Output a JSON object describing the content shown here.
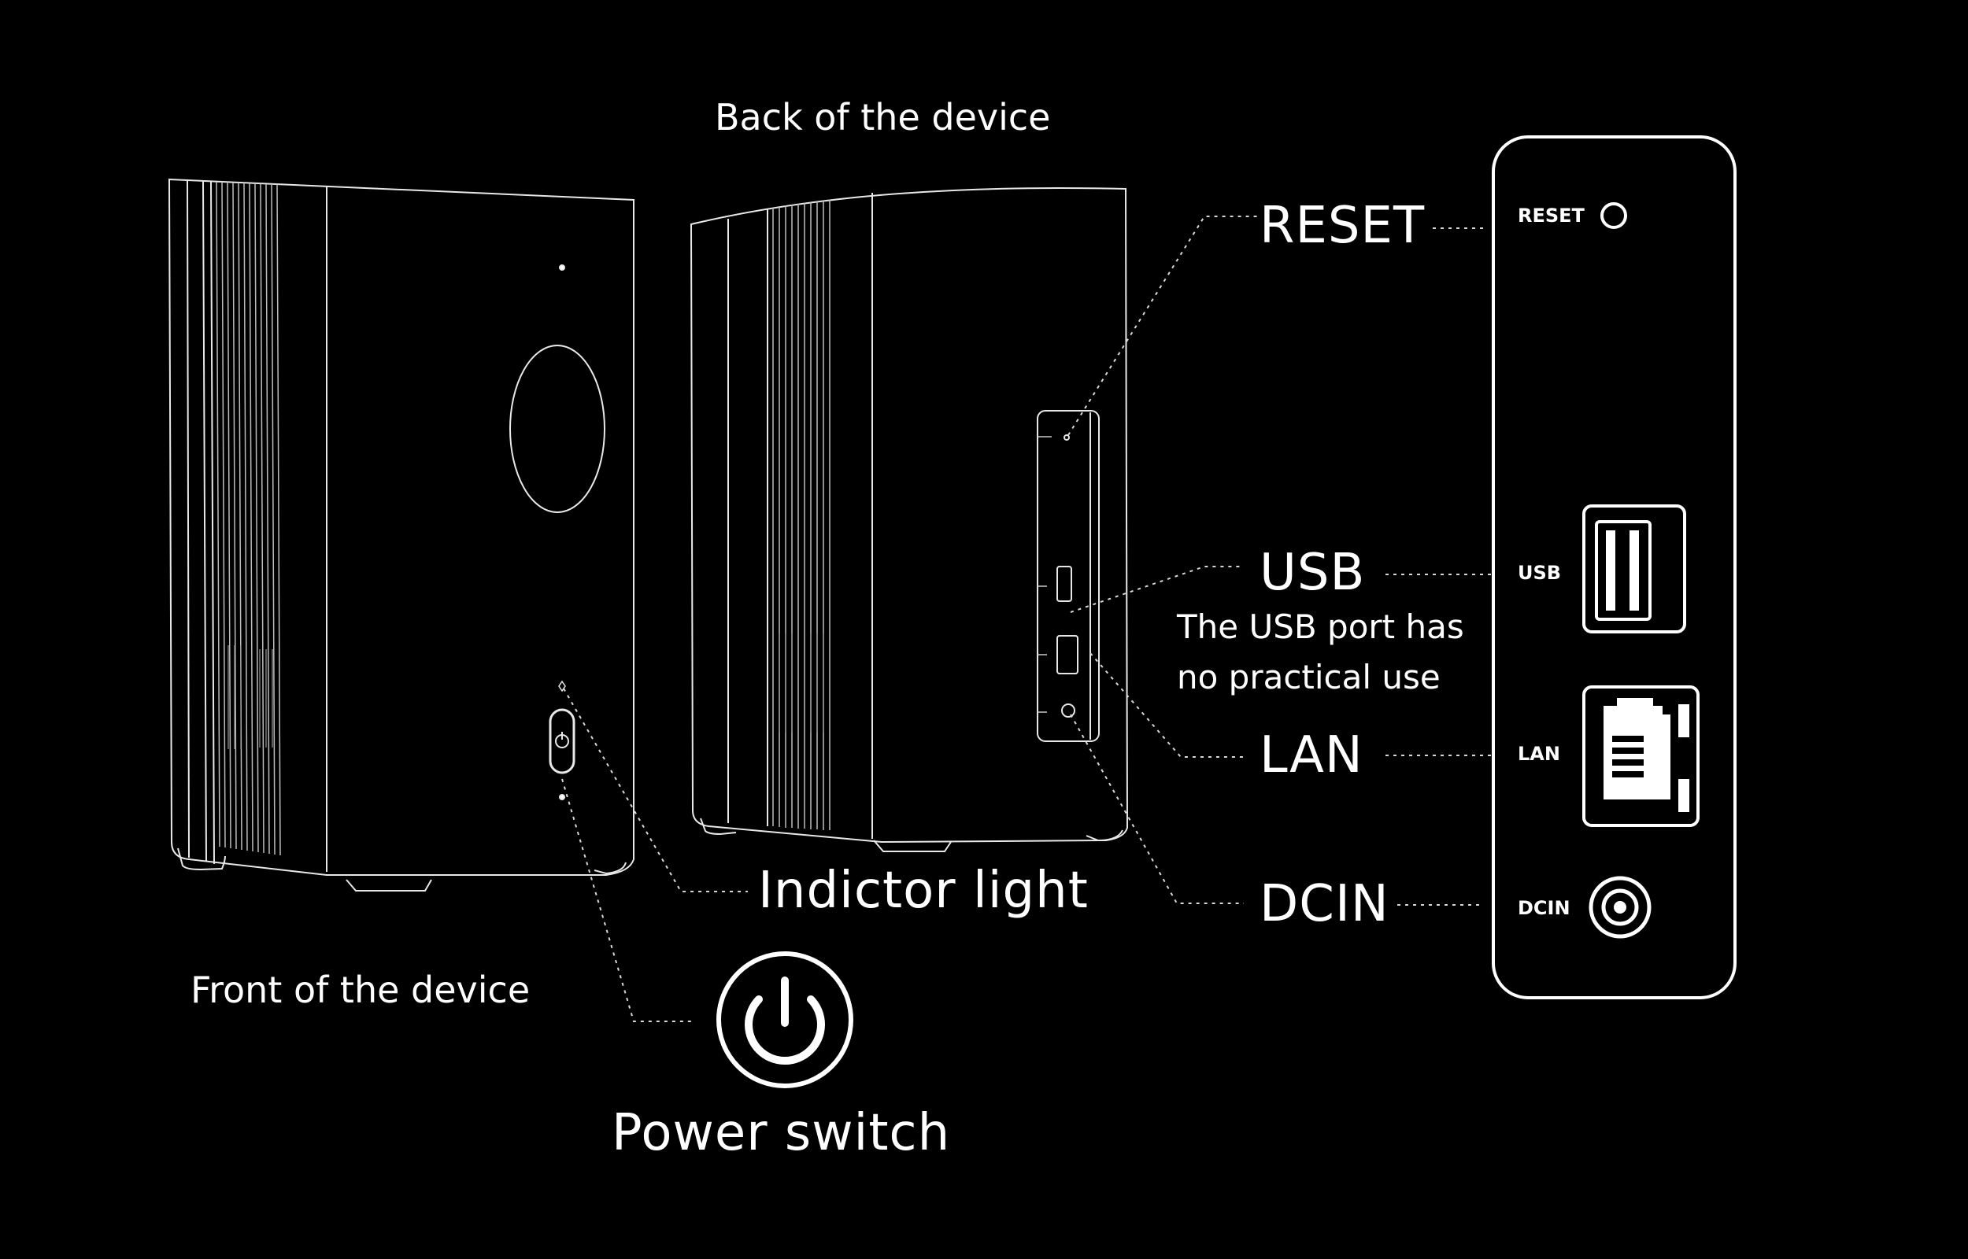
{
  "labels": {
    "back_caption": "Back of the device",
    "front_caption": "Front of the device",
    "reset": "RESET",
    "usb": "USB",
    "usb_note": "The USB port has no practical use",
    "lan": "LAN",
    "dcin": "DCIN",
    "indicator": "Indictor light",
    "power": "Power switch"
  },
  "panel": {
    "reset": "RESET",
    "usb": "USB",
    "lan": "LAN",
    "dcin": "DCIN"
  },
  "icons": [
    "power-icon",
    "usb-port-icon",
    "ethernet-port-icon",
    "dc-jack-icon",
    "reset-pinhole-icon"
  ],
  "colors": {
    "background": "#000000",
    "line": "#ffffff"
  }
}
